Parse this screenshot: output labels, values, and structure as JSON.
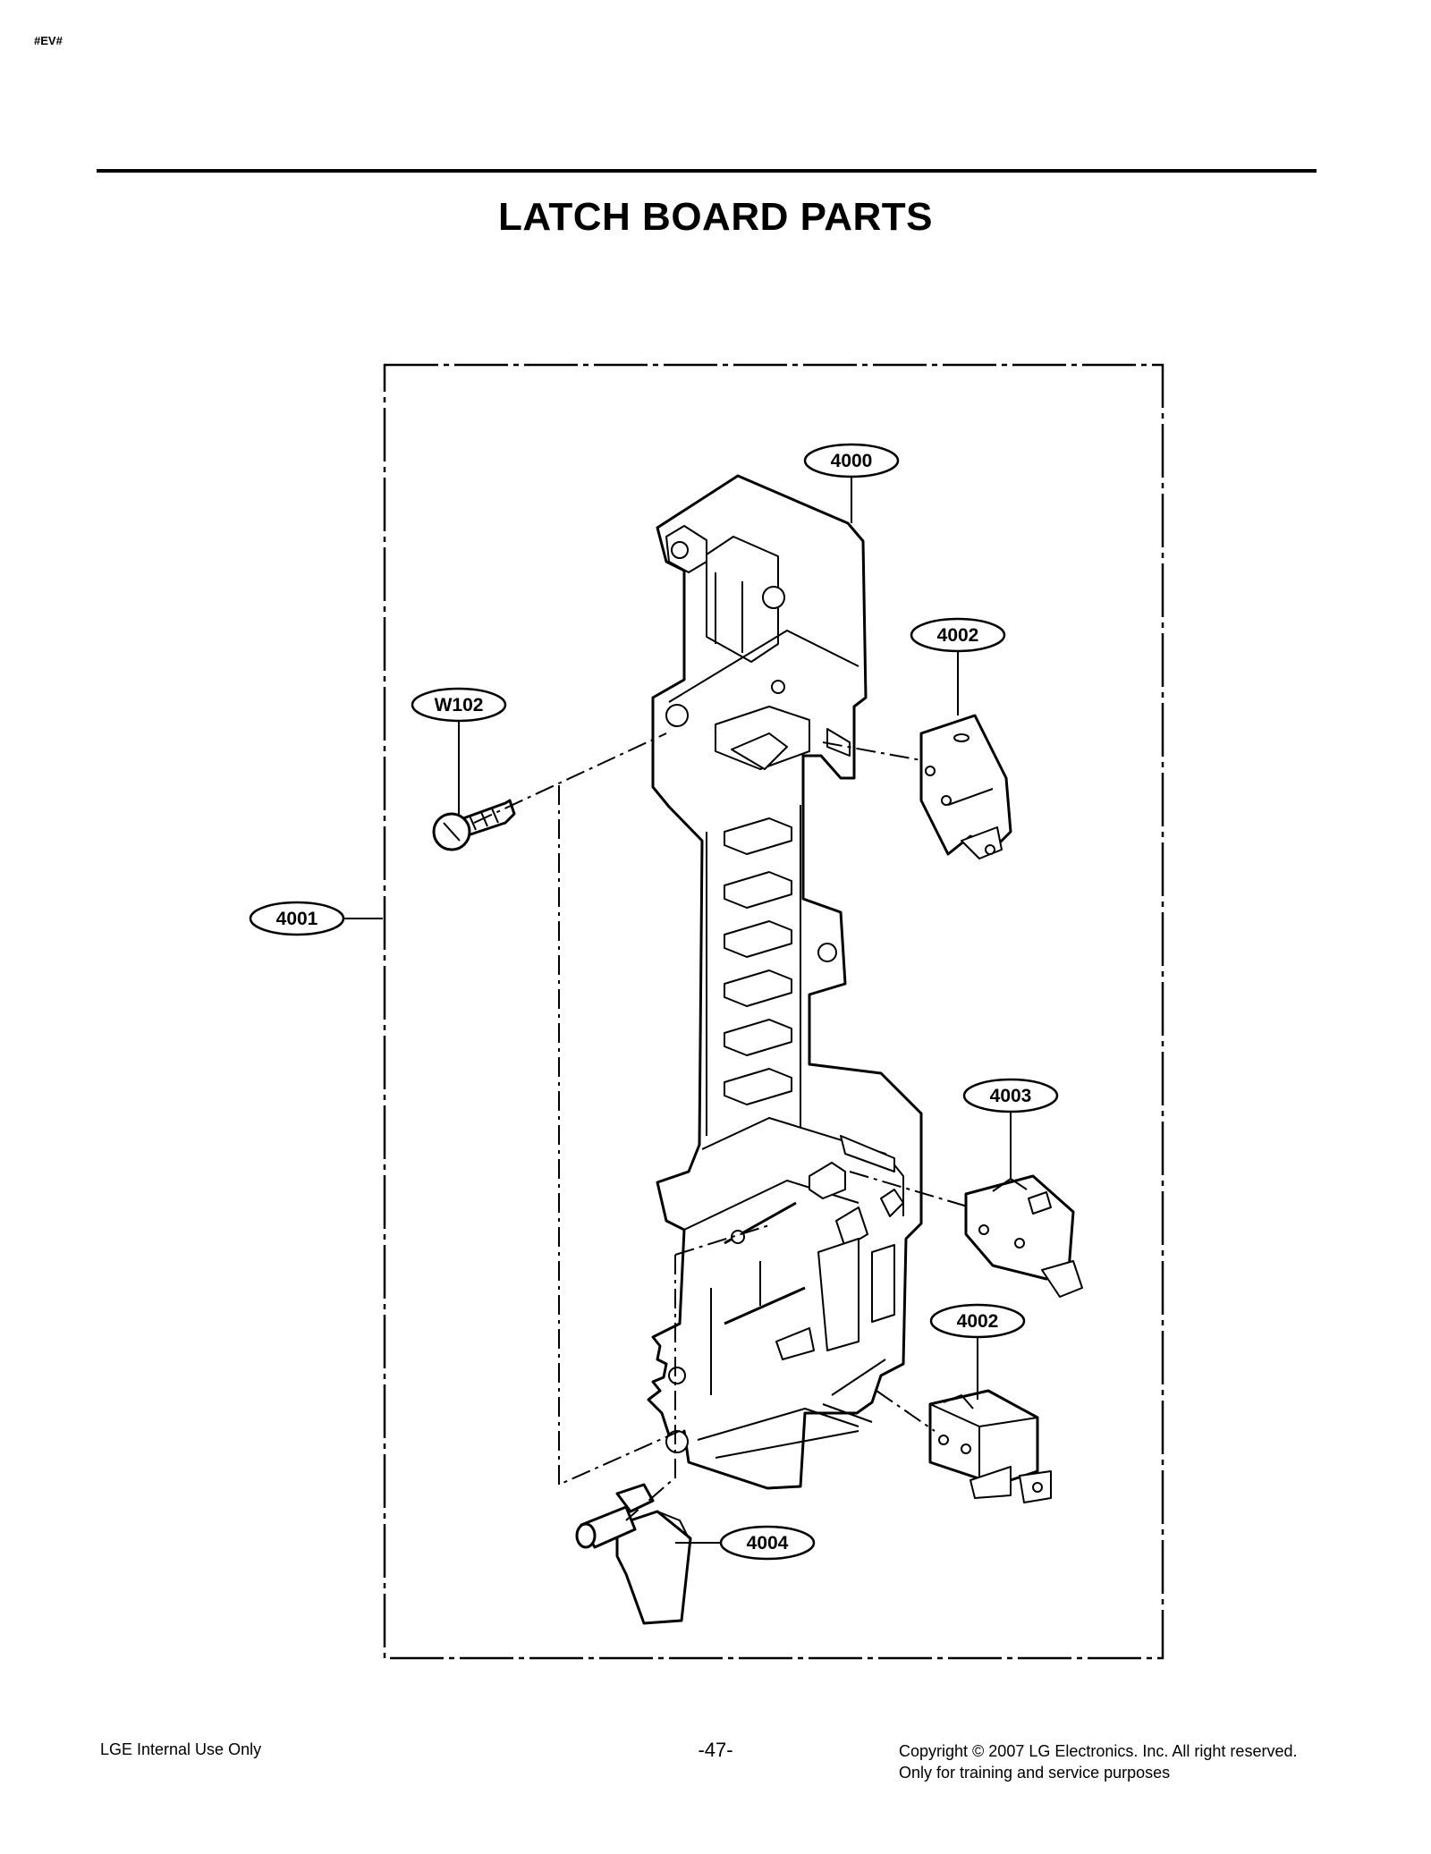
{
  "header": {
    "tag": "#EV#",
    "title": "LATCH BOARD PARTS"
  },
  "diagram": {
    "callouts": [
      {
        "id": "c4000",
        "label": "4000"
      },
      {
        "id": "c4002a",
        "label": "4002"
      },
      {
        "id": "cW102",
        "label": "W102"
      },
      {
        "id": "c4001",
        "label": "4001"
      },
      {
        "id": "c4003",
        "label": "4003"
      },
      {
        "id": "c4002b",
        "label": "4002"
      },
      {
        "id": "c4004",
        "label": "4004"
      }
    ]
  },
  "footer": {
    "left": "LGE Internal Use Only",
    "page": "-47-",
    "copyright_line1": "Copyright © 2007 LG Electronics. Inc. All right reserved.",
    "copyright_line2": "Only for training and service purposes"
  }
}
